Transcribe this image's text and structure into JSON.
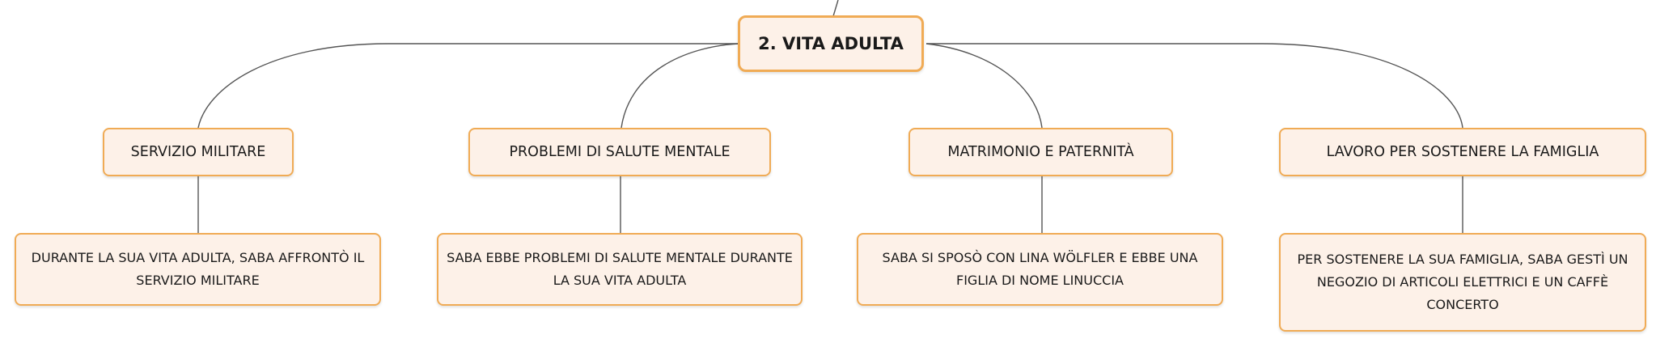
{
  "colors": {
    "node_fill": "#fdf1e8",
    "node_border": "#f0ab55",
    "connector": "#555555",
    "text": "#1a1a1a"
  },
  "root": {
    "label": "2. VITA ADULTA"
  },
  "branches": [
    {
      "label": "SERVIZIO MILITARE",
      "detail": "DURANTE LA SUA VITA ADULTA, SABA AFFRONTÒ IL SERVIZIO MILITARE"
    },
    {
      "label": "PROBLEMI DI SALUTE MENTALE",
      "detail": "SABA EBBE PROBLEMI DI SALUTE MENTALE DURANTE LA SUA VITA ADULTA"
    },
    {
      "label": "MATRIMONIO E PATERNITÀ",
      "detail": "SABA SI SPOSÒ CON LINA WÖLFLER E EBBE UNA FIGLIA DI NOME LINUCCIA"
    },
    {
      "label": "LAVORO PER SOSTENERE LA FAMIGLIA",
      "detail": "PER SOSTENERE LA SUA FAMIGLIA, SABA GESTÌ UN NEGOZIO DI ARTICOLI ELETTRICI E UN CAFFÈ CONCERTO"
    }
  ]
}
